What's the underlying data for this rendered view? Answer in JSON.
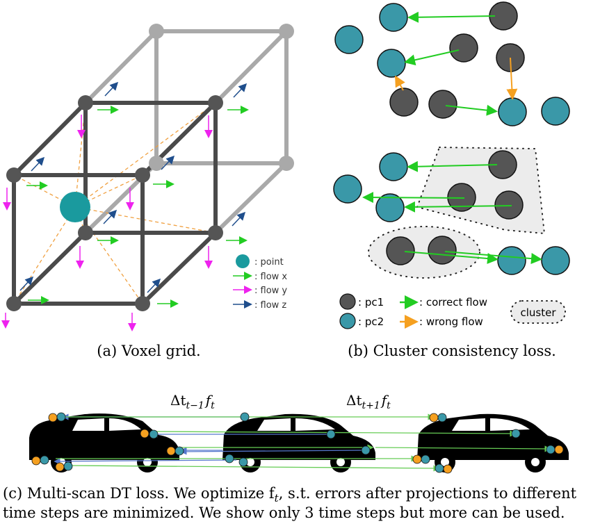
{
  "colors": {
    "pc1": "#555555",
    "pc2": "#3a98a8",
    "correct_flow": "#22cc22",
    "wrong_flow": "#f5a020",
    "flow_x": "#22cc22",
    "flow_y": "#ee22ee",
    "flow_z": "#1f4e8c",
    "point": "#1a9a9e",
    "cluster_fill": "#ececec",
    "projection_blue": "#5577cc",
    "projection_green": "#66cc55",
    "orange_point": "#f5a020"
  },
  "panel_a": {
    "caption": "(a) Voxel grid.",
    "legend": [
      {
        "icon": "point-dot",
        "label": ": point"
      },
      {
        "icon": "flow-x-arrow",
        "label": ": flow x"
      },
      {
        "icon": "flow-y-arrow",
        "label": ": flow y"
      },
      {
        "icon": "flow-z-arrow",
        "label": ": flow z"
      }
    ]
  },
  "panel_b": {
    "caption": "(b) Cluster consistency loss.",
    "legend": {
      "pc1": ": pc1",
      "pc2": ": pc2",
      "correct_flow": ": correct flow",
      "wrong_flow": ": wrong flow",
      "cluster": "cluster"
    }
  },
  "panel_c": {
    "label_left_base": "Δt",
    "label_left_sub": "t−1",
    "label_left_f": "f",
    "label_left_fsub": "t",
    "label_right_base": "Δt",
    "label_right_sub": "t+1",
    "label_right_f": "f",
    "label_right_fsub": "t",
    "caption_line1": "(c) Multi-scan DT loss. We optimize f",
    "caption_line1_sub": "t",
    "caption_line1_rest": ", s.t. errors after projections to different",
    "caption_line2": "time steps are minimized. We show only 3 time steps but more can be used."
  }
}
